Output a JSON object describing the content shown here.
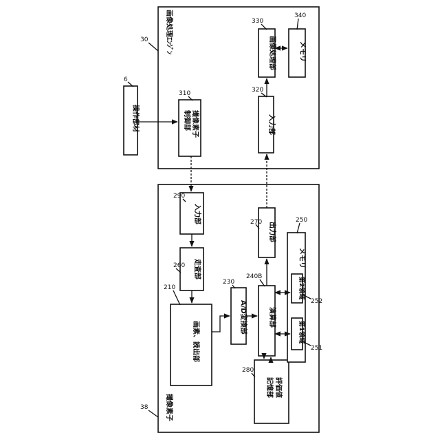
{
  "containers": {
    "engine": {
      "ref": "30",
      "title": "画像処理ｴﾝｼﾞﾝ"
    },
    "sensor": {
      "ref": "38",
      "title": "撮像素子"
    }
  },
  "blocks": {
    "operation": {
      "ref": "6",
      "label": "操作部材"
    },
    "sensor_ctrl": {
      "ref": "310",
      "label": "撮像素子",
      "label2": "制御部"
    },
    "engine_input": {
      "ref": "320",
      "label": "入力部"
    },
    "image_proc": {
      "ref": "330",
      "label": "画像処理部"
    },
    "engine_mem": {
      "ref": "340",
      "label": "メモリ"
    },
    "sensor_input": {
      "ref": "290",
      "label": "入力部"
    },
    "scan": {
      "ref": "260",
      "label": "走査部"
    },
    "pixel": {
      "ref": "210",
      "label": "画素、読出部"
    },
    "adc": {
      "ref": "230",
      "label": "A/D変換部"
    },
    "calc": {
      "ref": "240B",
      "label": "演算部"
    },
    "output": {
      "ref": "270",
      "label": "出力部"
    },
    "eval_store": {
      "ref": "280",
      "label": "評価値",
      "label2": "記憶部"
    },
    "sensor_mem": {
      "ref": "250",
      "label": "メモリ"
    },
    "region1": {
      "ref": "251",
      "label": "第1領域"
    },
    "region2": {
      "ref": "252",
      "label": "第2領域"
    }
  }
}
